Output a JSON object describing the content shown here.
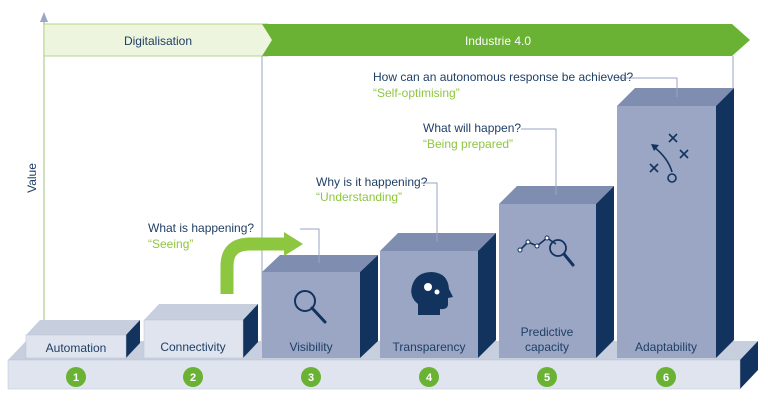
{
  "axis": {
    "y_label": "Value"
  },
  "bands": {
    "digitalisation": "Digitalisation",
    "industrie": "Industrie 4.0"
  },
  "stages": [
    {
      "number": "1",
      "label": "Automation",
      "icon": ""
    },
    {
      "number": "2",
      "label": "Connectivity",
      "icon": ""
    },
    {
      "number": "3",
      "label": "Visibility",
      "icon": "magnifier-icon"
    },
    {
      "number": "4",
      "label": "Transparency",
      "icon": "head-gears-icon"
    },
    {
      "number": "5",
      "label_line1": "Predictive",
      "label_line2": "capacity",
      "icon": "trend-magnifier-icon"
    },
    {
      "number": "6",
      "label": "Adaptability",
      "icon": "strategy-play-icon"
    }
  ],
  "callouts": [
    {
      "question": "What is happening?",
      "answer": "“Seeing”"
    },
    {
      "question": "Why is it happening?",
      "answer": "“Understanding”"
    },
    {
      "question": "What will happen?",
      "answer": "“Being prepared”"
    },
    {
      "question": "How can an autonomous response be achieved?",
      "answer": "“Self-optimising”"
    }
  ],
  "colors": {
    "box_light_front": "#dfe4ee",
    "box_light_top": "#c7cede",
    "box_dark_front": "#9aa6c4",
    "box_dark_top": "#7f8db0",
    "box_side": "#13335f",
    "accent_green": "#8dc63f",
    "band_light": "#eef5de",
    "band_dark": "#6ab234",
    "text_navy": "#1f3f66"
  }
}
